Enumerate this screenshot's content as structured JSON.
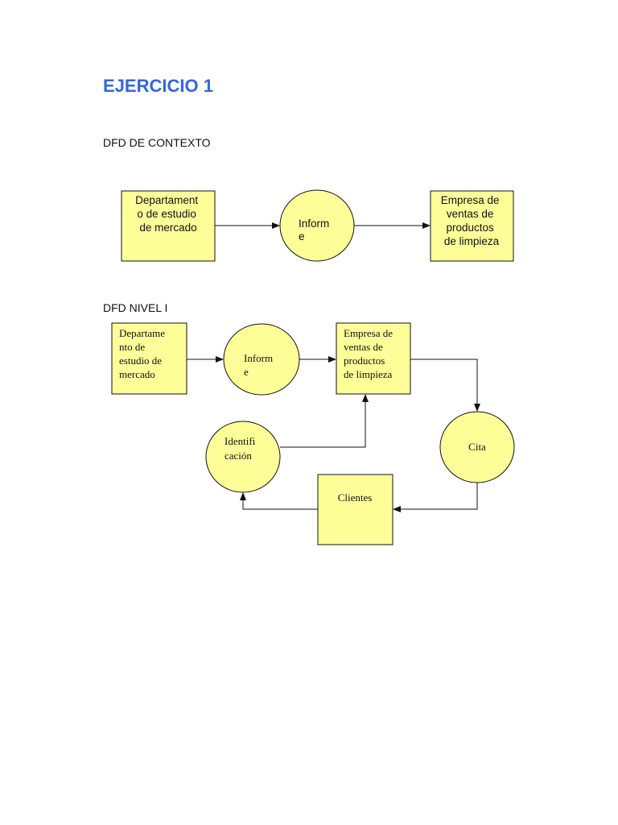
{
  "title": "EJERCICIO 1",
  "context": {
    "label": "DFD DE CONTEXTO",
    "source": [
      "Departament",
      "o de estudio",
      "de mercado"
    ],
    "process": [
      "Inform",
      "e"
    ],
    "sink": [
      "Empresa de",
      "ventas de",
      "productos",
      "de limpieza"
    ]
  },
  "level1": {
    "label": "DFD NIVEL I",
    "source": [
      "Departame",
      "nto de",
      "estudio de",
      "mercado"
    ],
    "informe": [
      "Inform",
      "e"
    ],
    "empresa": [
      "Empresa de",
      "ventas de",
      "productos",
      "de limpieza"
    ],
    "cita": [
      "Cita"
    ],
    "clientes": [
      "Clientes"
    ],
    "identificacion": [
      "Identifi",
      "cación"
    ]
  },
  "colors": {
    "title": "#3366e0",
    "node_fill": "#ffff99",
    "stroke": "#111111"
  }
}
